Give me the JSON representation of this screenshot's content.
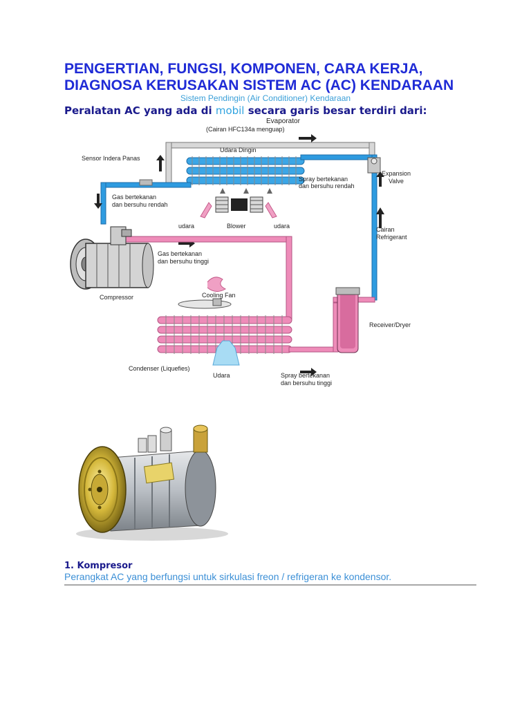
{
  "header": {
    "title_line1": "PENGERTIAN, FUNGSI, KOMPONEN, CARA KERJA,",
    "title_line2": "DIAGNOSA KERUSAKAN SISTEM AC (AC) KENDARAAN",
    "subtitle": "Sistem Pendingin (Air Conditioner) Kendaraan"
  },
  "intro": {
    "before": "Peralatan AC yang ada di ",
    "link": "mobil",
    "after": " secara garis besar terdiri dari:"
  },
  "diagram": {
    "labels": {
      "evaporator": "Evaporator",
      "cairan_hfc": "(Cairan HFC134a menguap)",
      "udara_dingin": "Udara Dingin",
      "sensor": "Sensor Indera Panas",
      "expansion1": "Expansion",
      "expansion2": "Valve",
      "spray_rendah1": "Spray bertekanan",
      "spray_rendah2": "dan bersuhu rendah",
      "gas_rendah1": "Gas bertekanan",
      "gas_rendah2": "dan bersuhu rendah",
      "udara_left": "udara",
      "blower": "Blower",
      "udara_right": "udara",
      "cairan_ref1": "Cairan",
      "cairan_ref2": "Refrigerant",
      "gas_tinggi1": "Gas bertekanan",
      "gas_tinggi2": "dan bersuhu tinggi",
      "compressor": "Compressor",
      "cooling_fan": "Cooling Fan",
      "receiver": "Receiver/Dryer",
      "condenser": "Condenser (Liquefies)",
      "udara_bottom": "Udara",
      "spray_tinggi1": "Spray bertekanan",
      "spray_tinggi2": "dan bersuhu tinggi"
    }
  },
  "section": {
    "heading": "1. Kompresor",
    "description": "Perangkat AC yang berfungsi untuk sirkulasi freon / refrigeran ke kondensor."
  },
  "colors": {
    "title": "#1f2bd6",
    "subtitle": "#3a9fd8",
    "cold_pipe": "#2e9be0",
    "hot_pipe": "#e87fb0"
  }
}
